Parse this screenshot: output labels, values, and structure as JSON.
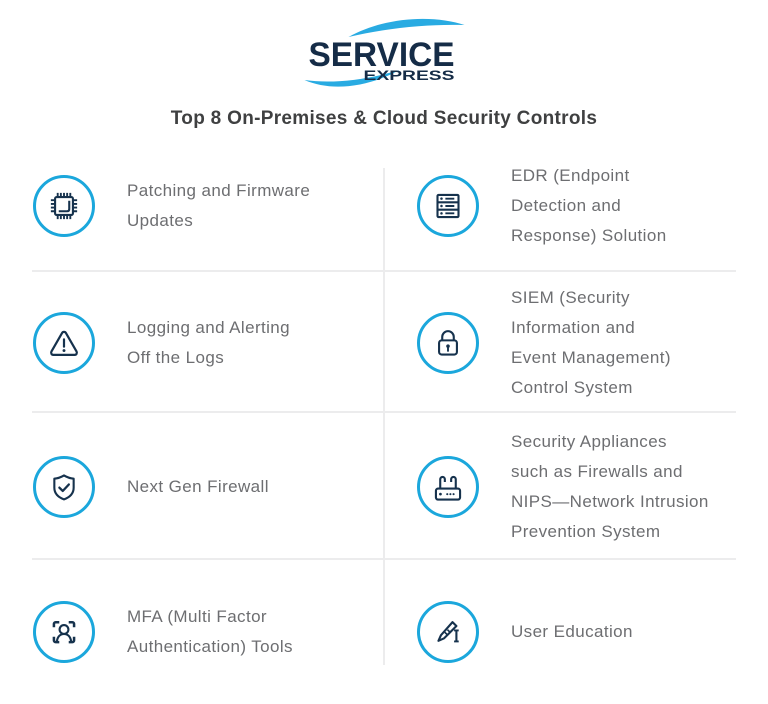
{
  "logo": {
    "primary": "SERVICE",
    "secondary": "EXPRESS"
  },
  "title": "Top 8 On-Premises & Cloud Security Controls",
  "items": [
    {
      "icon": "chip-icon",
      "label": "Patching and Firmware\nUpdates"
    },
    {
      "icon": "server-rack-icon",
      "label": "EDR (Endpoint\nDetection and\nResponse) Solution"
    },
    {
      "icon": "warning-triangle-icon",
      "label": "Logging and Alerting\nOff the Logs"
    },
    {
      "icon": "lock-icon",
      "label": "SIEM (Security\nInformation and\nEvent Management)\nControl System"
    },
    {
      "icon": "shield-check-icon",
      "label": "Next Gen Firewall"
    },
    {
      "icon": "router-icon",
      "label": "Security Appliances\nsuch as Firewalls and\nNIPS—Network Intrusion\nPrevention System"
    },
    {
      "icon": "face-scan-icon",
      "label": "MFA (Multi Factor\nAuthentication) Tools"
    },
    {
      "icon": "pen-writing-icon",
      "label": "User Education"
    }
  ],
  "colors": {
    "accent_cyan": "#29abe2",
    "circle_cyan": "#1ba7dc",
    "icon_navy": "#16324d",
    "logo_navy": "#152c47",
    "title_text": "#3f4041",
    "body_text": "#6d6e71",
    "divider": "#ececed"
  }
}
